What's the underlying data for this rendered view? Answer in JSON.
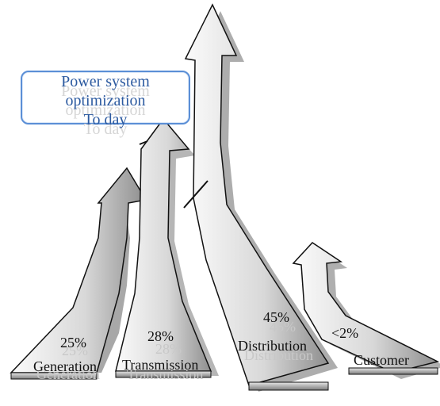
{
  "title": {
    "line1": "Power system optimization",
    "line2": "To day"
  },
  "stages": [
    {
      "id": "generation",
      "percent": "25%",
      "label": "Generation"
    },
    {
      "id": "transmission",
      "percent": "28%",
      "label": "Transmission"
    },
    {
      "id": "distribution",
      "percent": "45%",
      "label": "Distribution"
    },
    {
      "id": "customer",
      "percent": "<2%",
      "label": "Customer"
    }
  ],
  "colors": {
    "arrow_fill_light": "#f4f4f4",
    "arrow_fill_dark": "#a9a9a9",
    "outline": "#111111",
    "title_border": "#5b8fd6",
    "title_text": "#2c5aa0"
  }
}
